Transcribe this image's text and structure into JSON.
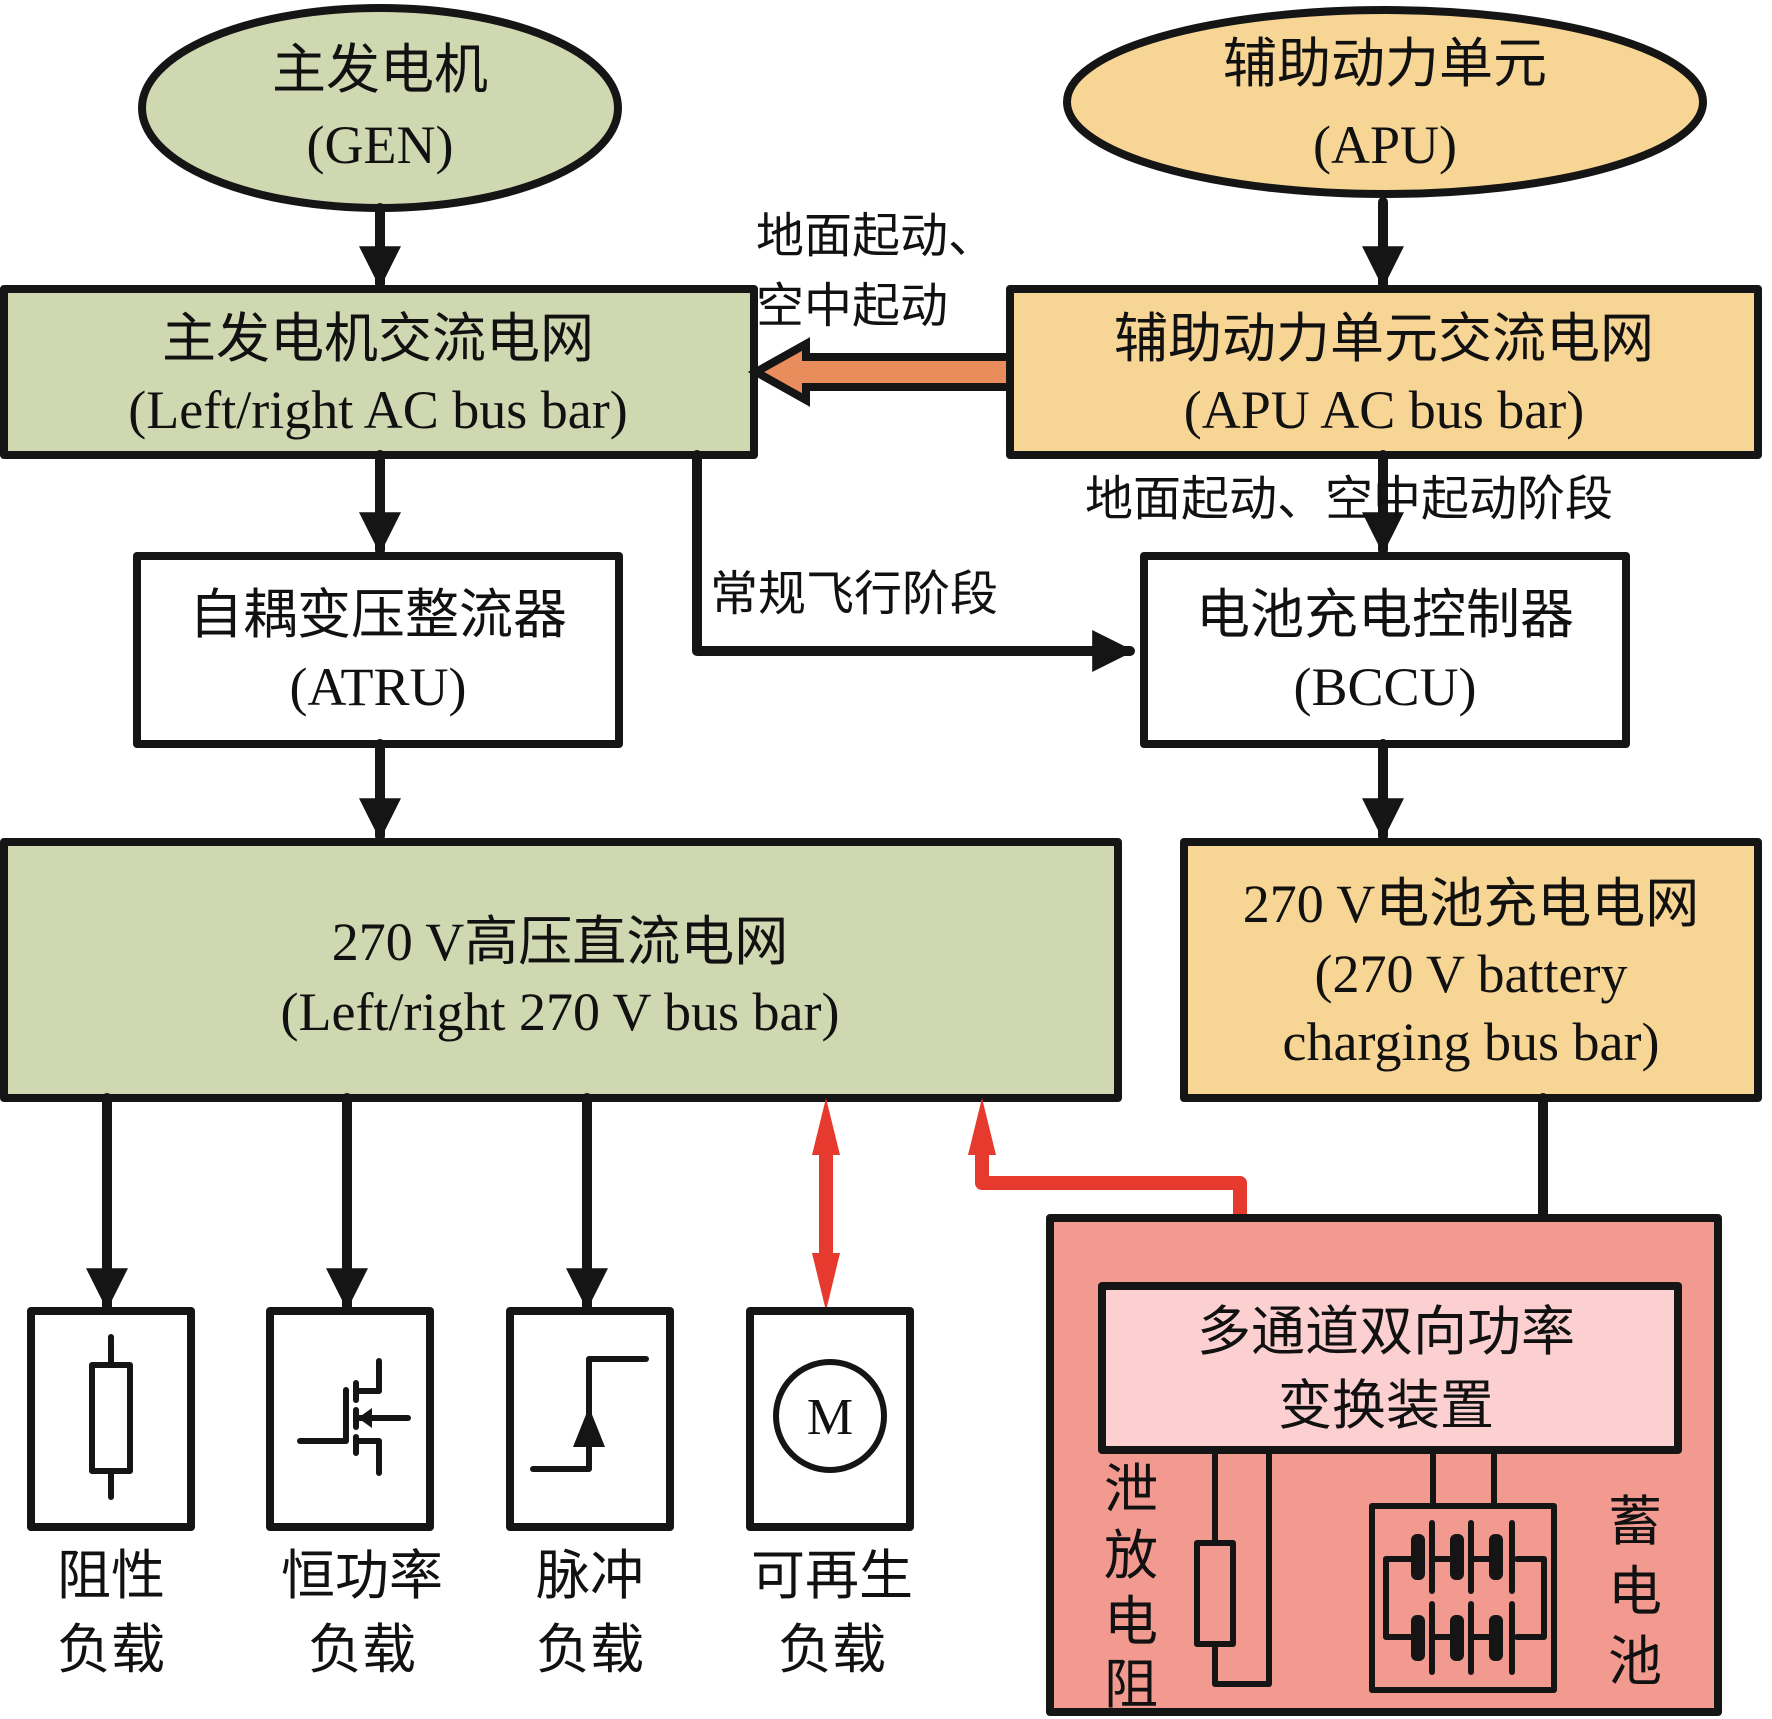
{
  "colors": {
    "green_fill": "#cfd8b0",
    "apu_fill": "#f7d594",
    "orange_arrow": "#e98d5c",
    "red_arrow": "#e63a2e",
    "storage_outer_fill": "#f29a90",
    "storage_inner_fill": "#fcd0d0",
    "stroke": "#151515",
    "white": "#ffffff"
  },
  "nodes": {
    "gen": {
      "zh": "主发电机",
      "en": "(GEN)"
    },
    "apu": {
      "zh": "辅助动力单元",
      "en": "(APU)"
    },
    "ac_bus": {
      "zh": "主发电机交流电网",
      "en": "(Left/right AC bus bar)"
    },
    "apu_bus": {
      "zh": "辅助动力单元交流电网",
      "en": "(APU AC bus bar)"
    },
    "atru": {
      "zh": "自耦变压整流器",
      "en": "(ATRU)"
    },
    "bccu": {
      "zh": "电池充电控制器",
      "en": "(BCCU)"
    },
    "hvdc_bus": {
      "zh": "270 V高压直流电网",
      "en": "(Left/right 270 V bus bar)"
    },
    "batt_bus": {
      "zh": "270 V电池充电电网",
      "en1": "(270 V battery",
      "en2": "charging bus bar)"
    },
    "converter": {
      "line1": "多通道双向功率",
      "line2": "变换装置"
    },
    "bleed_resistor": {
      "chars": [
        "泄",
        "放",
        "电",
        "阻"
      ]
    },
    "battery": {
      "chars": [
        "蓄",
        "电",
        "池"
      ]
    }
  },
  "edge_labels": {
    "apu_to_ac": {
      "line1": "地面起动、",
      "line2": "空中起动"
    },
    "apu_to_bccu": "地面起动、空中起动阶段",
    "ac_to_bccu": "常规飞行阶段"
  },
  "loads": [
    {
      "icon": "resistor-icon",
      "line1": "阻性",
      "line2": "负载"
    },
    {
      "icon": "mosfet-icon",
      "line1": "恒功率",
      "line2": "负载"
    },
    {
      "icon": "pulse-icon",
      "line1": "脉冲",
      "line2": "负载"
    },
    {
      "icon": "motor-icon",
      "symbol": "M",
      "line1": "可再生",
      "line2": "负载"
    }
  ]
}
